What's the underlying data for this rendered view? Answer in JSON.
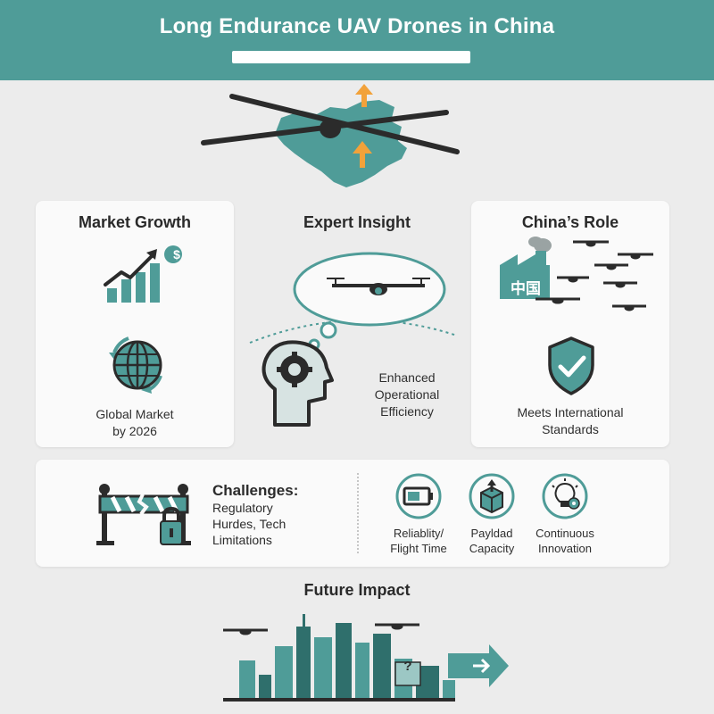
{
  "header": {
    "title": "Long Endurance UAV Drones in China"
  },
  "market_growth": {
    "title": "Market Growth",
    "caption_line1": "Global Market",
    "caption_line2": "by 2026",
    "currency_symbol": "$"
  },
  "expert_insight": {
    "title": "Expert Insight",
    "caption_line1": "Enhanced",
    "caption_line2": "Operational",
    "caption_line3": "Efficiency"
  },
  "china_role": {
    "title": "China’s Role",
    "factory_label": "中国",
    "caption_line1": "Meets International",
    "caption_line2": "Standards"
  },
  "challenges": {
    "title": "Challenges:",
    "line1": "Regulatory",
    "line2": "Hurdes, Tech",
    "line3": "Limitations",
    "factors": [
      {
        "line1": "Reliablity/",
        "line2": "Flight Time",
        "icon": "battery-icon"
      },
      {
        "line1": "Payldad",
        "line2": "Capacity",
        "icon": "package-icon"
      },
      {
        "line1": "Continuous",
        "line2": "Innovation",
        "icon": "lightbulb-icon"
      }
    ]
  },
  "future": {
    "title": "Future Impact",
    "box_symbol": "?"
  },
  "colors": {
    "teal": "#4f9c98",
    "dark_teal": "#2f6f6c",
    "orange": "#f2a23a",
    "dark": "#2b2b2b",
    "background": "#ececec"
  }
}
